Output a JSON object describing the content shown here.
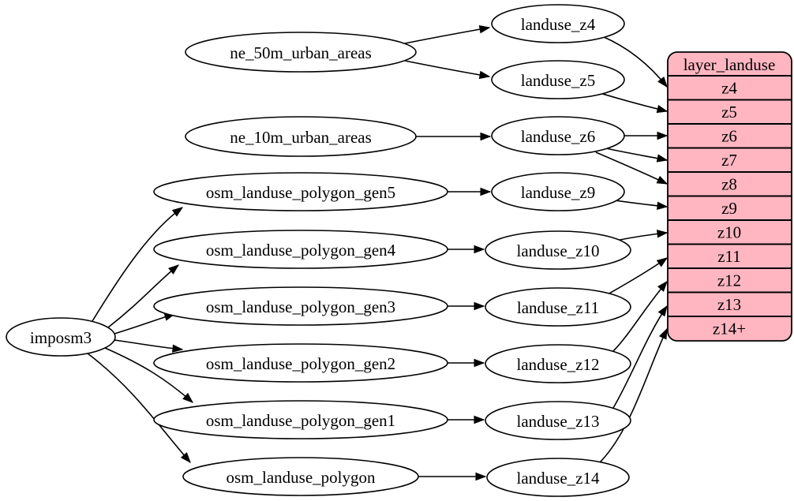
{
  "colors": {
    "background": "#ffffff",
    "node_fill": "#ffffff",
    "node_stroke": "#000000",
    "edge_color": "#000000",
    "text_color": "#000000",
    "layer_table_fill": "#ffb6c1"
  },
  "nodes": {
    "importer": {
      "id": "imposm3",
      "label": "imposm3"
    },
    "source_tables": [
      {
        "id": "ne_50m_urban_areas",
        "label": "ne_50m_urban_areas"
      },
      {
        "id": "ne_10m_urban_areas",
        "label": "ne_10m_urban_areas"
      },
      {
        "id": "osm_landuse_polygon_gen5",
        "label": "osm_landuse_polygon_gen5"
      },
      {
        "id": "osm_landuse_polygon_gen4",
        "label": "osm_landuse_polygon_gen4"
      },
      {
        "id": "osm_landuse_polygon_gen3",
        "label": "osm_landuse_polygon_gen3"
      },
      {
        "id": "osm_landuse_polygon_gen2",
        "label": "osm_landuse_polygon_gen2"
      },
      {
        "id": "osm_landuse_polygon_gen1",
        "label": "osm_landuse_polygon_gen1"
      },
      {
        "id": "osm_landuse_polygon",
        "label": "osm_landuse_polygon"
      }
    ],
    "zoom_tables": [
      {
        "id": "landuse_z4",
        "label": "landuse_z4"
      },
      {
        "id": "landuse_z5",
        "label": "landuse_z5"
      },
      {
        "id": "landuse_z6",
        "label": "landuse_z6"
      },
      {
        "id": "landuse_z9",
        "label": "landuse_z9"
      },
      {
        "id": "landuse_z10",
        "label": "landuse_z10"
      },
      {
        "id": "landuse_z11",
        "label": "landuse_z11"
      },
      {
        "id": "landuse_z12",
        "label": "landuse_z12"
      },
      {
        "id": "landuse_z13",
        "label": "landuse_z13"
      },
      {
        "id": "landuse_z14",
        "label": "landuse_z14"
      }
    ]
  },
  "layer_table": {
    "title": "layer_landuse",
    "rows": [
      "z4",
      "z5",
      "z6",
      "z7",
      "z8",
      "z9",
      "z10",
      "z11",
      "z12",
      "z13",
      "z14+"
    ]
  },
  "edges": [
    {
      "from": "imposm3",
      "to": "osm_landuse_polygon_gen5"
    },
    {
      "from": "imposm3",
      "to": "osm_landuse_polygon_gen4"
    },
    {
      "from": "imposm3",
      "to": "osm_landuse_polygon_gen3"
    },
    {
      "from": "imposm3",
      "to": "osm_landuse_polygon_gen2"
    },
    {
      "from": "imposm3",
      "to": "osm_landuse_polygon_gen1"
    },
    {
      "from": "imposm3",
      "to": "osm_landuse_polygon"
    },
    {
      "from": "ne_50m_urban_areas",
      "to": "landuse_z4"
    },
    {
      "from": "ne_50m_urban_areas",
      "to": "landuse_z5"
    },
    {
      "from": "ne_10m_urban_areas",
      "to": "landuse_z6"
    },
    {
      "from": "osm_landuse_polygon_gen5",
      "to": "landuse_z9"
    },
    {
      "from": "osm_landuse_polygon_gen4",
      "to": "landuse_z10"
    },
    {
      "from": "osm_landuse_polygon_gen3",
      "to": "landuse_z11"
    },
    {
      "from": "osm_landuse_polygon_gen2",
      "to": "landuse_z12"
    },
    {
      "from": "osm_landuse_polygon_gen1",
      "to": "landuse_z13"
    },
    {
      "from": "osm_landuse_polygon",
      "to": "landuse_z14"
    },
    {
      "from": "landuse_z4",
      "to": "layer_landuse.z4"
    },
    {
      "from": "landuse_z5",
      "to": "layer_landuse.z5"
    },
    {
      "from": "landuse_z6",
      "to": "layer_landuse.z6"
    },
    {
      "from": "landuse_z6",
      "to": "layer_landuse.z7"
    },
    {
      "from": "landuse_z6",
      "to": "layer_landuse.z8"
    },
    {
      "from": "landuse_z9",
      "to": "layer_landuse.z9"
    },
    {
      "from": "landuse_z10",
      "to": "layer_landuse.z10"
    },
    {
      "from": "landuse_z11",
      "to": "layer_landuse.z11"
    },
    {
      "from": "landuse_z12",
      "to": "layer_landuse.z12"
    },
    {
      "from": "landuse_z13",
      "to": "layer_landuse.z13"
    },
    {
      "from": "landuse_z14",
      "to": "layer_landuse.z14+"
    }
  ]
}
